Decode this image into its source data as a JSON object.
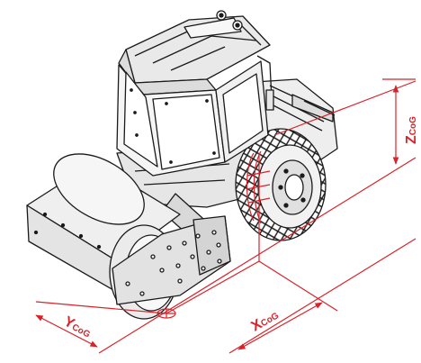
{
  "colors": {
    "accent": "#d8232a",
    "outline": "#1a1a1a",
    "body_fill": "#f2f2f2",
    "shade": "#cfcfcf"
  },
  "labels": {
    "z": {
      "main": "Z",
      "sub": "CoG"
    },
    "y": {
      "main": "Y",
      "sub": "CoG"
    },
    "x": {
      "main": "X",
      "sub": "CoG"
    }
  }
}
